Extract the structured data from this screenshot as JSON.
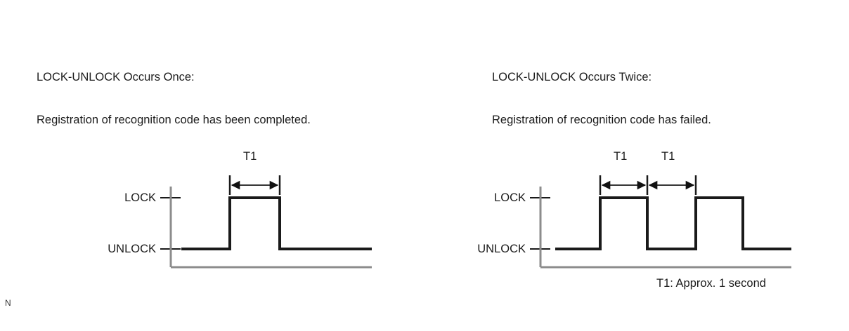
{
  "figure": {
    "title_left": "LOCK-UNLOCK Occurs Once:",
    "desc_left": "Registration of recognition code has been completed.",
    "title_right": "LOCK-UNLOCK Occurs Twice:",
    "desc_right": "Registration of recognition code has failed.",
    "caption": "T1: Approx. 1 second",
    "corner_mark": "N",
    "line_color": "#1a1a1a",
    "axis_color": "#8c8c8c",
    "background": "#ffffff"
  },
  "left_diagram": {
    "label_high": "LOCK",
    "label_low": "UNLOCK",
    "t1_label": "T1"
  },
  "right_diagram": {
    "label_high": "LOCK",
    "label_low": "UNLOCK",
    "t1_label_1": "T1",
    "t1_label_2": "T1"
  },
  "chart_data": [
    {
      "type": "line",
      "title": "LOCK-UNLOCK Occurs Once",
      "xlabel": "",
      "ylabel": "",
      "y_levels": [
        "UNLOCK",
        "LOCK"
      ],
      "x": [
        0,
        0.98,
        0.98,
        1.98,
        1.98,
        3.75
      ],
      "values": [
        0,
        0,
        1,
        1,
        0,
        0
      ],
      "annotations": [
        {
          "label": "T1",
          "from_x": 0.98,
          "to_x": 1.98,
          "note": "Approx. 1 second"
        }
      ],
      "grid": false,
      "legend": "none"
    },
    {
      "type": "line",
      "title": "LOCK-UNLOCK Occurs Twice",
      "xlabel": "",
      "ylabel": "",
      "y_levels": [
        "UNLOCK",
        "LOCK"
      ],
      "x": [
        0,
        0.95,
        0.95,
        1.95,
        1.95,
        2.95,
        2.95,
        3.93,
        3.93,
        5.0
      ],
      "values": [
        0,
        0,
        1,
        1,
        0,
        0,
        1,
        1,
        0,
        0
      ],
      "annotations": [
        {
          "label": "T1",
          "from_x": 0.95,
          "to_x": 1.95,
          "note": "Approx. 1 second"
        },
        {
          "label": "T1",
          "from_x": 1.95,
          "to_x": 2.95,
          "note": "Approx. 1 second"
        }
      ],
      "grid": false,
      "legend": "none"
    }
  ]
}
